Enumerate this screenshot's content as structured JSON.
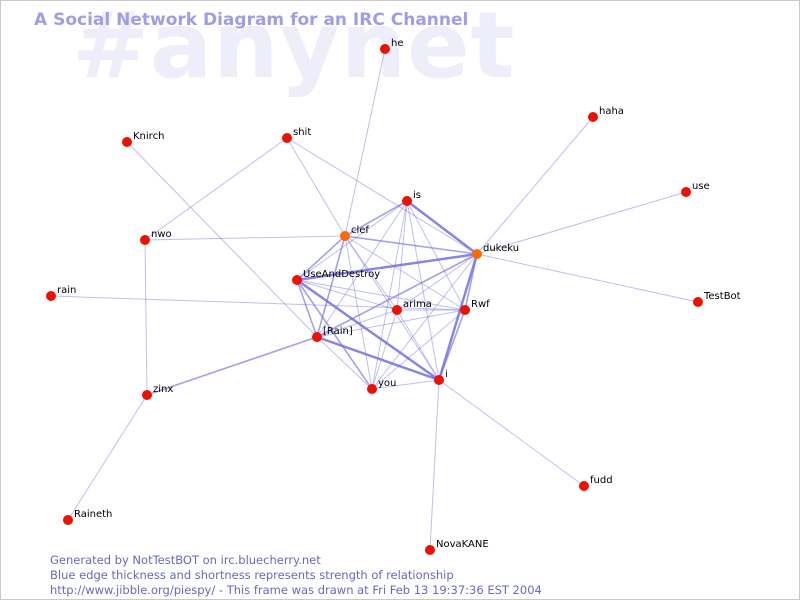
{
  "watermark": "#anynet",
  "title": "A Social Network Diagram for an IRC Channel",
  "footer": {
    "line1": "Generated by NotTestBOT on irc.bluecherry.net",
    "line2": "Blue edge thickness and shortness represents strength of relationship",
    "line3": "http://www.jibble.org/piespy/ - This frame was drawn at Fri Feb 13 19:37:36 EST 2004"
  },
  "colors": {
    "node": "#ee1100",
    "node_highlight": "#ff6a00",
    "edge": "#6f6fe6",
    "title": "#9e9ee8",
    "watermark": "#eeeefa",
    "footer": "#6767c7"
  },
  "nodes": [
    {
      "id": "he",
      "label": "he",
      "color": "#ee1100"
    },
    {
      "id": "haha",
      "label": "haha",
      "color": "#ee1100"
    },
    {
      "id": "knirch",
      "label": "Knirch",
      "color": "#ee1100"
    },
    {
      "id": "shit",
      "label": "shit",
      "color": "#ee1100"
    },
    {
      "id": "use",
      "label": "use",
      "color": "#ee1100"
    },
    {
      "id": "is",
      "label": "is",
      "color": "#ee1100"
    },
    {
      "id": "nwo",
      "label": "nwo",
      "color": "#ee1100"
    },
    {
      "id": "clef",
      "label": "clef",
      "color": "#ff6a00"
    },
    {
      "id": "dukeku",
      "label": "dukeku",
      "color": "#ff6a00"
    },
    {
      "id": "useanddestroy",
      "label": "UseAndDestroy",
      "color": "#ee1100"
    },
    {
      "id": "rain",
      "label": "rain",
      "color": "#ee1100"
    },
    {
      "id": "testbot",
      "label": "TestBot",
      "color": "#ee1100"
    },
    {
      "id": "arima",
      "label": "arima",
      "color": "#ee1100"
    },
    {
      "id": "rwf",
      "label": "Rwf",
      "color": "#ee1100"
    },
    {
      "id": "rainbracket",
      "label": "[Rain]",
      "color": "#ee1100"
    },
    {
      "id": "i",
      "label": "i",
      "color": "#ee1100"
    },
    {
      "id": "you",
      "label": "you",
      "color": "#ee1100"
    },
    {
      "id": "zinx",
      "label": "zinx",
      "color": "#ee1100"
    },
    {
      "id": "fudd",
      "label": "fudd",
      "color": "#ee1100"
    },
    {
      "id": "raineth",
      "label": "Raineth",
      "color": "#ee1100"
    },
    {
      "id": "novakane",
      "label": "NovaKANE",
      "color": "#ee1100"
    }
  ],
  "edges": [
    {
      "source": "he",
      "target": "clef",
      "strength": 1
    },
    {
      "source": "haha",
      "target": "dukeku",
      "strength": 1
    },
    {
      "source": "knirch",
      "target": "rainbracket",
      "strength": 1
    },
    {
      "source": "shit",
      "target": "clef",
      "strength": 1
    },
    {
      "source": "shit",
      "target": "nwo",
      "strength": 1
    },
    {
      "source": "shit",
      "target": "dukeku",
      "strength": 1
    },
    {
      "source": "use",
      "target": "dukeku",
      "strength": 1
    },
    {
      "source": "testbot",
      "target": "dukeku",
      "strength": 1
    },
    {
      "source": "nwo",
      "target": "clef",
      "strength": 1
    },
    {
      "source": "nwo",
      "target": "zinx",
      "strength": 1
    },
    {
      "source": "rain",
      "target": "rwf",
      "strength": 1
    },
    {
      "source": "zinx",
      "target": "rainbracket",
      "strength": 2
    },
    {
      "source": "zinx",
      "target": "raineth",
      "strength": 1
    },
    {
      "source": "fudd",
      "target": "i",
      "strength": 1
    },
    {
      "source": "novakane",
      "target": "i",
      "strength": 1
    },
    {
      "source": "is",
      "target": "dukeku",
      "strength": 3
    },
    {
      "source": "is",
      "target": "clef",
      "strength": 2
    },
    {
      "source": "is",
      "target": "useanddestroy",
      "strength": 1
    },
    {
      "source": "is",
      "target": "arima",
      "strength": 1
    },
    {
      "source": "is",
      "target": "rwf",
      "strength": 1
    },
    {
      "source": "is",
      "target": "rainbracket",
      "strength": 1
    },
    {
      "source": "is",
      "target": "i",
      "strength": 1
    },
    {
      "source": "is",
      "target": "you",
      "strength": 1
    },
    {
      "source": "clef",
      "target": "dukeku",
      "strength": 2
    },
    {
      "source": "clef",
      "target": "useanddestroy",
      "strength": 2
    },
    {
      "source": "clef",
      "target": "arima",
      "strength": 1
    },
    {
      "source": "clef",
      "target": "rwf",
      "strength": 1
    },
    {
      "source": "clef",
      "target": "rainbracket",
      "strength": 2
    },
    {
      "source": "clef",
      "target": "i",
      "strength": 1
    },
    {
      "source": "clef",
      "target": "you",
      "strength": 1
    },
    {
      "source": "dukeku",
      "target": "useanddestroy",
      "strength": 3
    },
    {
      "source": "dukeku",
      "target": "rwf",
      "strength": 2
    },
    {
      "source": "dukeku",
      "target": "arima",
      "strength": 1
    },
    {
      "source": "dukeku",
      "target": "rainbracket",
      "strength": 2
    },
    {
      "source": "dukeku",
      "target": "i",
      "strength": 3
    },
    {
      "source": "dukeku",
      "target": "you",
      "strength": 1
    },
    {
      "source": "useanddestroy",
      "target": "arima",
      "strength": 1
    },
    {
      "source": "useanddestroy",
      "target": "rwf",
      "strength": 1
    },
    {
      "source": "useanddestroy",
      "target": "rainbracket",
      "strength": 2
    },
    {
      "source": "useanddestroy",
      "target": "i",
      "strength": 3
    },
    {
      "source": "useanddestroy",
      "target": "you",
      "strength": 2
    },
    {
      "source": "arima",
      "target": "rainbracket",
      "strength": 1
    },
    {
      "source": "arima",
      "target": "rwf",
      "strength": 1
    },
    {
      "source": "arima",
      "target": "i",
      "strength": 1
    },
    {
      "source": "arima",
      "target": "you",
      "strength": 1
    },
    {
      "source": "rwf",
      "target": "rainbracket",
      "strength": 1
    },
    {
      "source": "rwf",
      "target": "i",
      "strength": 2
    },
    {
      "source": "rwf",
      "target": "you",
      "strength": 1
    },
    {
      "source": "rainbracket",
      "target": "i",
      "strength": 3
    },
    {
      "source": "rainbracket",
      "target": "you",
      "strength": 1
    },
    {
      "source": "i",
      "target": "you",
      "strength": 1
    }
  ]
}
